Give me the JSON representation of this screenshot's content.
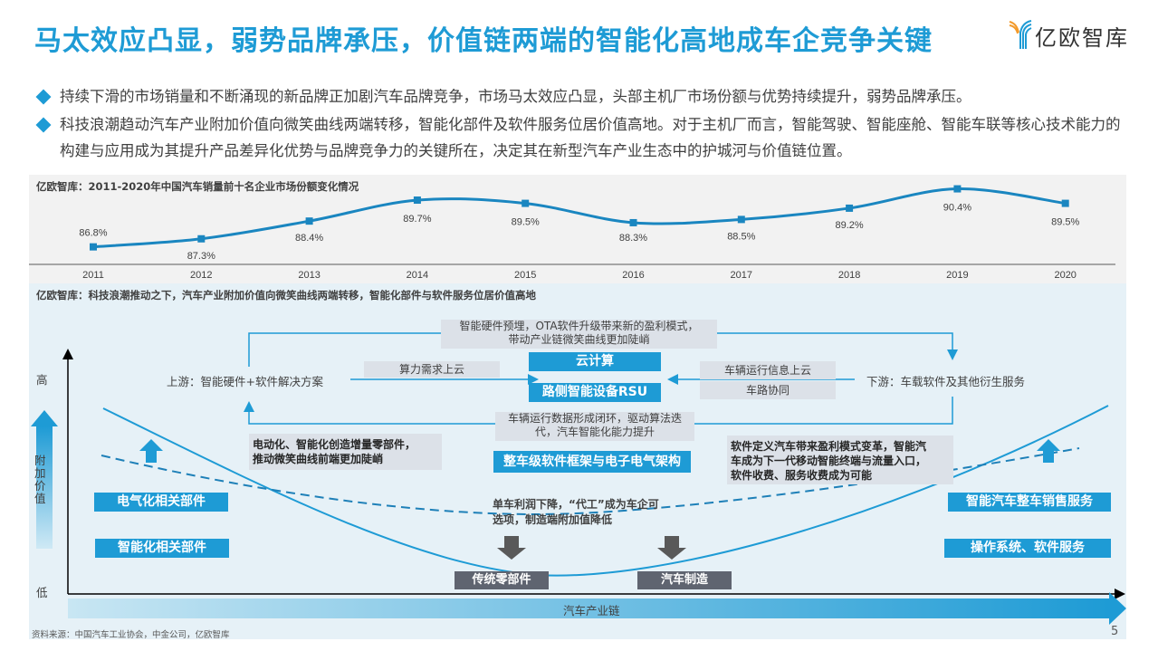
{
  "header": {
    "title": "马太效应凸显，弱势品牌承压，价值链两端的智能化高地成车企竞争关键",
    "logo_text": "亿欧智库",
    "accent_color": "#1e9bd5"
  },
  "bullets": [
    {
      "text": "持续下滑的市场销量和不断涌现的新品牌正加剧汽车品牌竞争，市场马太效应凸显，头部主机厂市场份额与优势持续提升，弱势品牌承压。"
    },
    {
      "text": "科技浪潮趋动汽车产业附加价值向微笑曲线两端转移，智能化部件及软件服务位居价值高地。对于主机厂而言，智能驾驶、智能座舱、智能车联等核心技术能力的构建与应用成为其提升产品差异化优势与品牌竞争力的关键所在，决定其在新型汽车产业生态中的护城河与价值链位置。"
    }
  ],
  "chart_data": {
    "type": "line",
    "title": "亿欧智库：2011-2020年中国汽车销量前十名企业市场份额变化情况",
    "categories": [
      "2011",
      "2012",
      "2013",
      "2014",
      "2015",
      "2016",
      "2017",
      "2018",
      "2019",
      "2020"
    ],
    "values": [
      86.8,
      87.3,
      88.4,
      89.7,
      89.5,
      88.3,
      88.5,
      89.2,
      90.4,
      89.5
    ],
    "labels": [
      "86.8%",
      "87.3%",
      "88.4%",
      "89.7%",
      "89.5%",
      "88.3%",
      "88.5%",
      "89.2%",
      "90.4%",
      "89.5%"
    ],
    "xlabel": "",
    "ylabel": "",
    "series_color": "#1a86c0",
    "grid": false,
    "legend": "none"
  },
  "diagram": {
    "title": "亿欧智库：科技浪潮推动之下，汽车产业附加价值向微笑曲线两端转移，智能化部件与软件服务位居价值高地",
    "y_axis": {
      "high": "高",
      "low": "低",
      "label": "附加价值"
    },
    "x_axis": {
      "label": "汽车产业链"
    },
    "upstream": "上游：智能硬件+软件解决方案",
    "downstream": "下游：车载软件及其他衍生服务",
    "top_note": "智能硬件预埋，OTA软件升级带来新的盈利模式，带动产业链微笑曲线更加陡峭",
    "top_note_line1": "智能硬件预埋，OTA软件升级带来新的盈利模式，",
    "top_note_line2": "带动产业链微笑曲线更加陡峭",
    "left_arrow_note": "算力需求上云",
    "right_arrow_note_1": "车辆运行信息上云",
    "right_arrow_note_2": "车路协同",
    "center_box_1": "云计算",
    "center_box_2": "路侧智能设备RSU",
    "bottom_note_line1": "车辆运行数据形成闭环，驱动算法迭",
    "bottom_note_line2": "代，汽车智能化能力提升",
    "middle_box": "整车级软件框架与电子电气架构",
    "left_bold_note_line1": "电动化、智能化创造增量零部件，",
    "left_bold_note_line2": "推动微笑曲线前端更加陡峭",
    "right_bold_note_line1": "软件定义汽车带来盈利模式变革，智能汽",
    "right_bold_note_line2": "车成为下一代移动智能终端与流量入口，",
    "right_bold_note_line3": "软件收费、服务收费成为可能",
    "center_bold_note_line1": "单车利润下降，“代工”成为车企可",
    "center_bold_note_line2": "选项，制造端附加值降低",
    "left_boxes": [
      "电气化相关部件",
      "智能化相关部件"
    ],
    "right_boxes": [
      "智能汽车整车销售服务",
      "操作系统、软件服务"
    ],
    "bottom_boxes": [
      "传统零部件",
      "汽车制造"
    ]
  },
  "footer": {
    "source": "资料来源：中国汽车工业协会，中金公司，亿欧智库",
    "page_number": "5"
  }
}
